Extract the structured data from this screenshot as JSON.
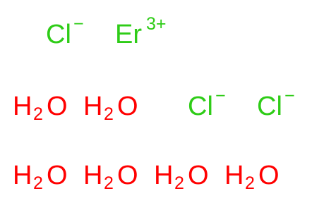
{
  "colors": {
    "chlorine": "#2ecc17",
    "erbium": "#2ecc17",
    "oxygen": "#ff0000"
  },
  "ions": {
    "chloride_1": {
      "symbol": "Cl",
      "charge": "−"
    },
    "erbium": {
      "symbol": "Er",
      "charge": "3+"
    },
    "chloride_2": {
      "symbol": "Cl",
      "charge": "−"
    },
    "chloride_3": {
      "symbol": "Cl",
      "charge": "−"
    }
  },
  "waters": [
    {
      "h": "H",
      "count": "2",
      "o": "O"
    },
    {
      "h": "H",
      "count": "2",
      "o": "O"
    },
    {
      "h": "H",
      "count": "2",
      "o": "O"
    },
    {
      "h": "H",
      "count": "2",
      "o": "O"
    },
    {
      "h": "H",
      "count": "2",
      "o": "O"
    },
    {
      "h": "H",
      "count": "2",
      "o": "O"
    }
  ]
}
